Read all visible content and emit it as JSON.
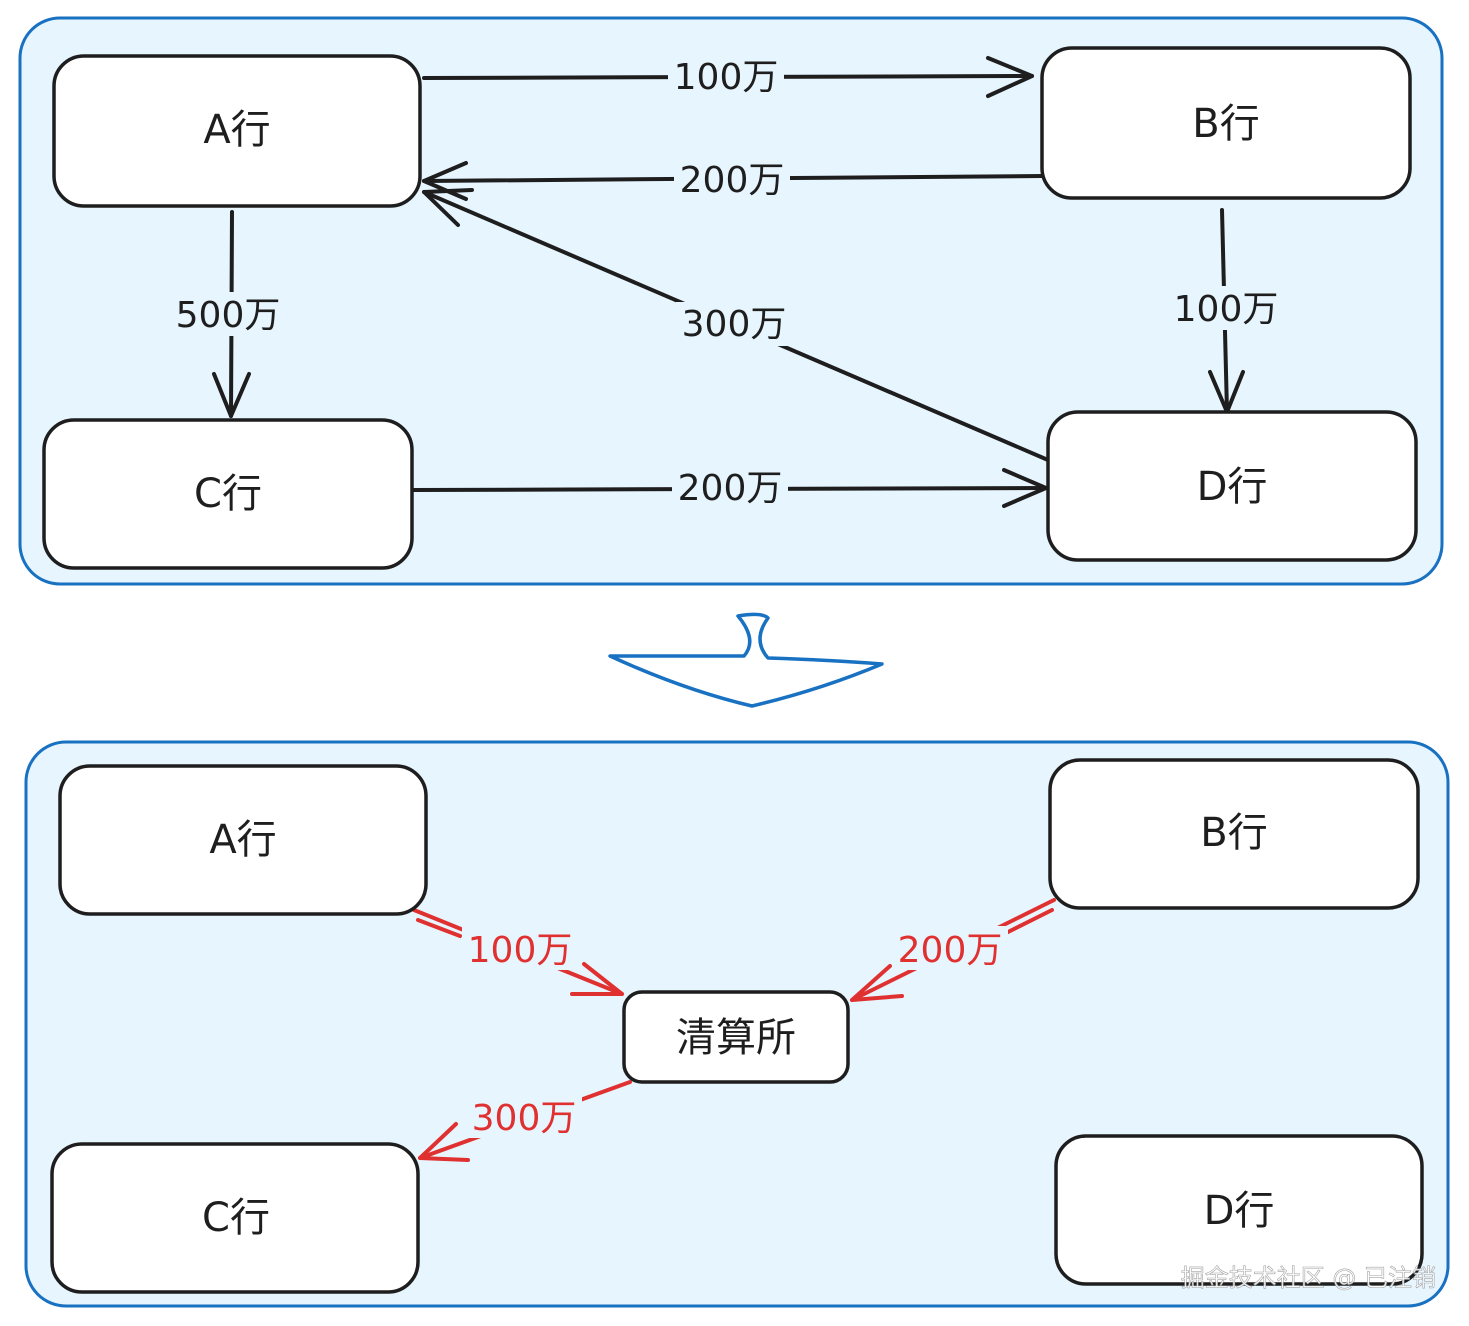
{
  "colors": {
    "panel_fill": "#e7f5ff",
    "panel_stroke": "#1971c2",
    "node_stroke": "#1e1e1e",
    "edge_black": "#1e1e1e",
    "edge_red": "#e03131"
  },
  "top": {
    "nodes": {
      "a": "A行",
      "b": "B行",
      "c": "C行",
      "d": "D行"
    },
    "edges": {
      "a_to_b": "100万",
      "b_to_a": "200万",
      "a_to_c": "500万",
      "d_to_a": "300万",
      "b_to_d": "100万",
      "c_to_d": "200万"
    }
  },
  "transition_icon": "down-arrow-icon",
  "bottom": {
    "nodes": {
      "a": "A行",
      "b": "B行",
      "c": "C行",
      "d": "D行",
      "clearing_house": "清算所"
    },
    "edges": {
      "a_to_clearing": "100万",
      "b_to_clearing": "200万",
      "clearing_to_c": "300万"
    }
  },
  "watermark": "掘金技术社区 @ 已注销"
}
